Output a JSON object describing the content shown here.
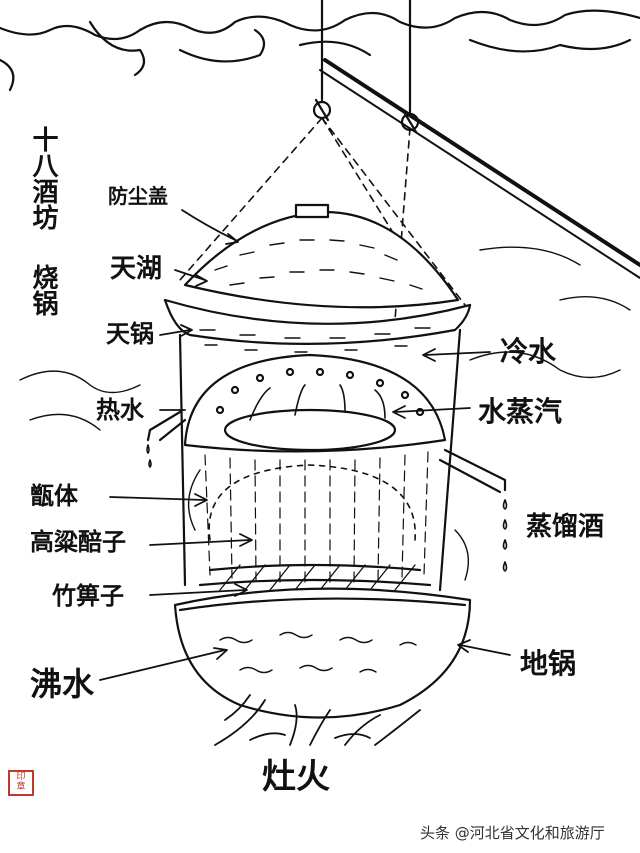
{
  "title": {
    "line1": "十八酒坊",
    "line2": "烧锅"
  },
  "labels": {
    "fang_chen_gai": "防尘盖",
    "tian_hu": "天湖",
    "tian_guo": "天锅",
    "leng_shui": "冷水",
    "re_shui": "热水",
    "shui_zheng_qi": "水蒸汽",
    "zeng_ti": "甑体",
    "zheng_liu_jiu": "蒸馏酒",
    "gao_liang_pei_zi": "高粱醅子",
    "zhu_bi_zi": "竹箅子",
    "di_guo": "地锅",
    "fei_shui": "沸水",
    "zao_huo": "灶火"
  },
  "watermark": {
    "source": "头条 @河北省文化和旅游厅"
  },
  "colors": {
    "ink": "#111111",
    "seal": "#c0392b"
  }
}
